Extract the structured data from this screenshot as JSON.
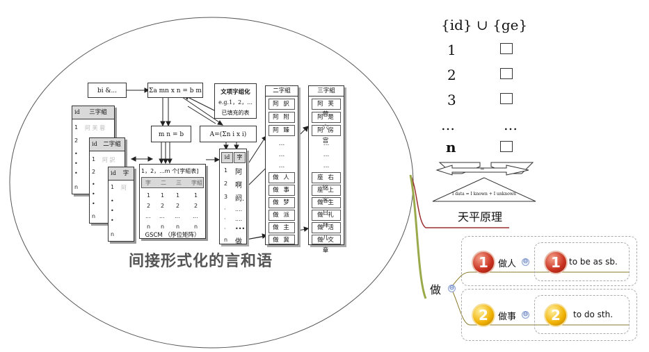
{
  "left_diagram": {
    "caption": "间接形式化的言和语",
    "box_bi": "bi &...",
    "box_sum": "Σa mn x n = b m",
    "box_mn": "m n = b",
    "box_A": "A=(Σn i x i)",
    "box_wen": [
      "文项字组化",
      "e.g.1，2，...",
      "已填充的表"
    ],
    "gscm_title": "1，2，...m 个[字組表]",
    "gscm_headers": [
      "字",
      "二",
      "三",
      "字組"
    ],
    "gscm_rows": [
      [
        "1",
        "1",
        "1",
        "1"
      ],
      [
        "2",
        "2",
        "2",
        "2"
      ],
      [
        "...",
        "...",
        "...",
        "..."
      ],
      [
        "n",
        "n",
        "n",
        "n"
      ]
    ],
    "gscm_caption": "GSCM （序位矩阵）",
    "stack1_headers": [
      "id",
      "三字組"
    ],
    "stack1_cells": [
      "1",
      "阿 芙 蓉",
      "2"
    ],
    "stack2_headers": [
      "id",
      "二字組"
    ],
    "stack2_cells": [
      "1",
      "阿 訳",
      "2"
    ],
    "stack3_headers": [
      "id",
      "字"
    ],
    "stack3_cells": [
      "1",
      "阿"
    ],
    "dot": "•",
    "n_label": "n",
    "col_id": {
      "headers": [
        "id",
        "字"
      ],
      "rows": [
        [
          "1",
          "阿"
        ],
        [
          "2",
          "啊"
        ],
        [
          "3",
          "阏."
        ],
        [
          "·",
          "...."
        ],
        [
          "·",
          "...."
        ],
        [
          "·",
          "•••"
        ],
        [
          "n",
          "做"
        ]
      ]
    },
    "col_er": {
      "header": "二字組",
      "top": [
        "阿 訳",
        "阿 附",
        "阿 臻"
      ],
      "dots": [
        "...",
        "...",
        "..."
      ],
      "bottom": [
        "做 人",
        "做 事",
        "做 梦",
        "做 派",
        "做 主",
        "做 冀"
      ]
    },
    "col_san": {
      "header": "三字組",
      "top": [
        "阿 芙 蓉",
        "阿 是 穴",
        "阿 房 宫"
      ],
      "dots": [
        "...",
        "...",
        "..."
      ],
      "bottom": [
        "座 右 铭",
        "座 上 客",
        "做 生 日",
        "做 礼 拜",
        "做 活 儿",
        "做 文 章"
      ]
    }
  },
  "set_panel": {
    "header": "{id} ∪ {ge}",
    "rows": [
      "1",
      "2",
      "3",
      "…",
      "n"
    ],
    "right_ellipsis": "…",
    "arrow_label": "=",
    "triangle_formula": "I data = I known + I unknown",
    "principle_label": "天平原理"
  },
  "mindmap": {
    "root": "做",
    "collapse_symbol": "⊖",
    "branches": [
      {
        "number": "1",
        "label": "做人",
        "translation": "to be as sb."
      },
      {
        "number": "2",
        "label": "做事",
        "translation": "to do sth."
      }
    ]
  }
}
